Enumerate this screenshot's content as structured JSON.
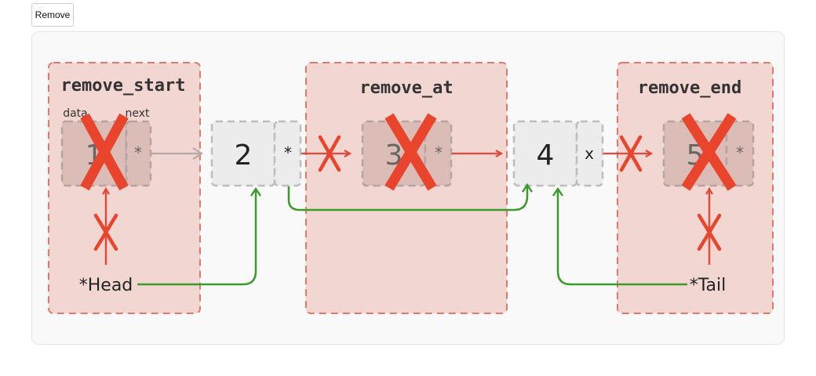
{
  "toolbar": {
    "remove_label": "Remove"
  },
  "regions": [
    {
      "id": "remove_start",
      "label": "remove_start"
    },
    {
      "id": "remove_at",
      "label": "remove_at"
    },
    {
      "id": "remove_end",
      "label": "remove_end"
    }
  ],
  "field_labels": {
    "data": "data",
    "next": "next"
  },
  "nodes": [
    {
      "value": "1",
      "pointer": "*",
      "removed": true
    },
    {
      "value": "2",
      "pointer": "*",
      "removed": false
    },
    {
      "value": "3",
      "pointer": "*",
      "removed": true
    },
    {
      "value": "4",
      "pointer": "x",
      "removed": false
    },
    {
      "value": "5",
      "pointer": "*",
      "removed": true
    }
  ],
  "pointers": {
    "head": "*Head",
    "tail": "*Tail"
  },
  "colors": {
    "region_fill": "#f2d6d1",
    "region_border": "#e07a68",
    "node_fill": "#ececec",
    "node_removed_fill": "#dcbcb7",
    "node_border": "#bdbdbd",
    "removed_red": "#e8452c",
    "arrow_red": "#e04a3a",
    "arrow_green": "#3a9a2a",
    "arrow_gray": "#b8a8a6"
  },
  "icons": {
    "remove_mark": "big-x-icon",
    "cut_mark": "small-x-icon"
  }
}
